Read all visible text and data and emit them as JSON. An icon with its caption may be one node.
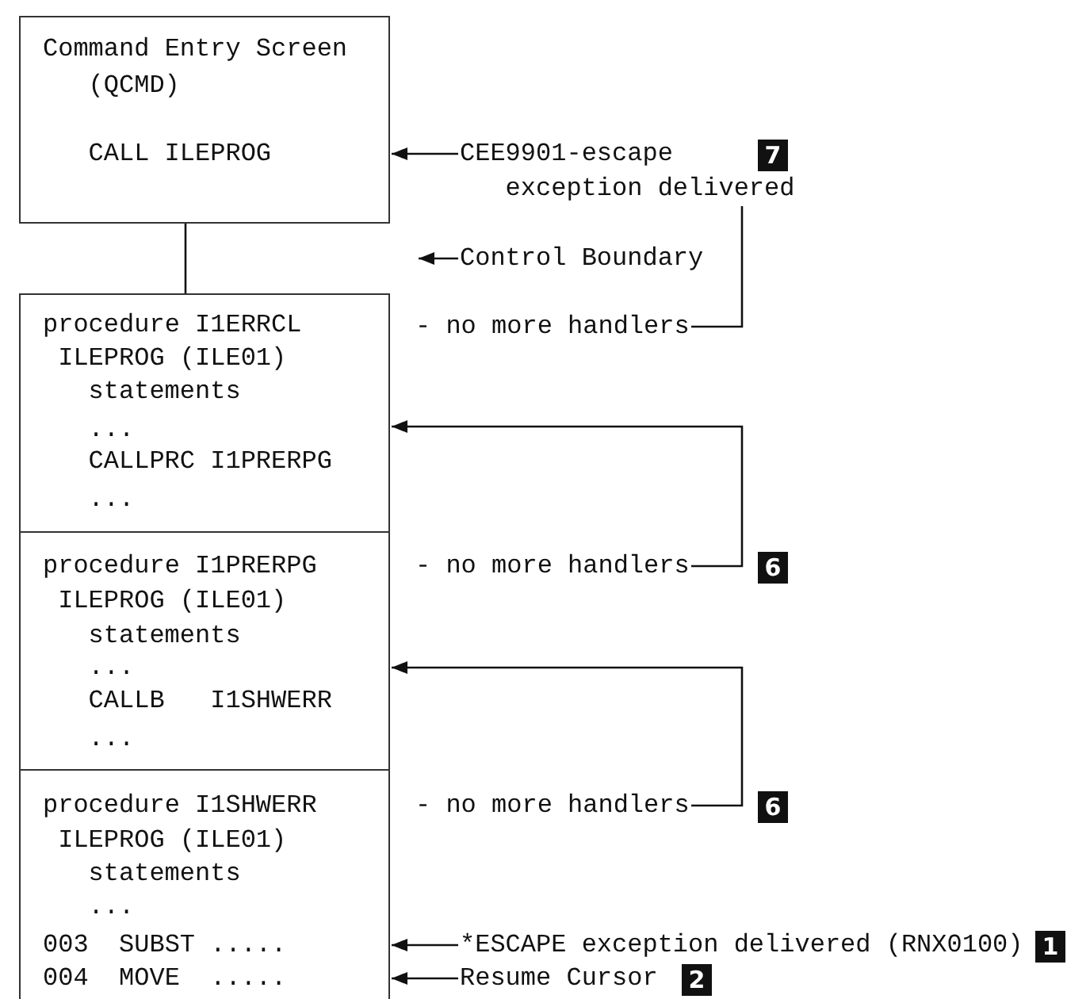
{
  "diagram": {
    "nodes": [
      {
        "text": [
          "Command Entry Screen",
          "(QCMD)",
          "CALL ILEPROG"
        ]
      },
      {
        "text": [
          "CEE9901-escape exception delivered"
        ]
      },
      {
        "text": [
          "Control Boundary"
        ]
      },
      {
        "text": [
          "procedure I1ERRCL",
          "ILEPROG (ILE01)",
          "statements",
          "...",
          "CALLPRC I1PRERPG",
          "..."
        ]
      },
      {
        "text": [
          "- no more handlers"
        ]
      },
      {
        "text": [
          "procedure I1PRERPG",
          "ILEPROG (ILE01)",
          "statements",
          "...",
          "CALLB   I1SHWERR",
          "..."
        ]
      },
      {
        "text": [
          "- no more handlers"
        ]
      },
      {
        "text": [
          "procedure I1SHWERR",
          "ILEPROG (ILE01)",
          "statements",
          "...",
          "003  SUBST .....",
          "004  MOVE  ....."
        ]
      },
      {
        "text": [
          "- no more handlers"
        ]
      },
      {
        "text": [
          "*ESCAPE exception delivered (RNX0100)"
        ]
      },
      {
        "text": [
          "Resume Cursor"
        ]
      }
    ],
    "edges": [
      {
        "from": 1,
        "to": 0,
        "arrow": "to"
      },
      {
        "from": 4,
        "to": 1,
        "arrow": "none"
      },
      {
        "from": 0,
        "to": 3,
        "arrow": "none"
      },
      {
        "from": 2,
        "to": null,
        "arrow": "to"
      },
      {
        "from": 6,
        "to": 3,
        "arrow": "to"
      },
      {
        "from": 8,
        "to": 5,
        "arrow": "to"
      },
      {
        "from": 9,
        "to": 7,
        "arrow": "to"
      },
      {
        "from": 10,
        "to": 7,
        "arrow": "to"
      }
    ],
    "labels": [
      "7",
      "6",
      "6",
      "1",
      "2"
    ]
  }
}
